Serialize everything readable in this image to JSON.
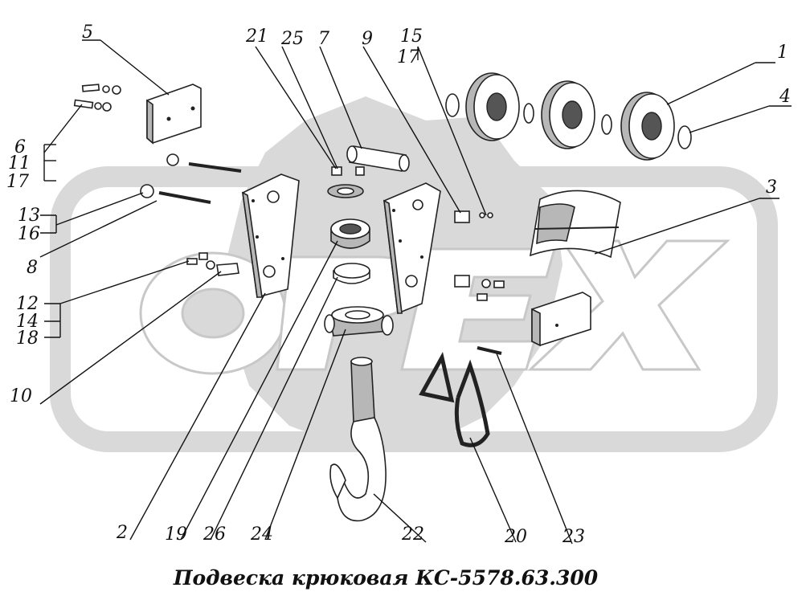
{
  "title": "Подвеска крюковая КС-5578.63.300",
  "watermark": "OPEX",
  "callouts": {
    "c1": "1",
    "c2": "2",
    "c3": "3",
    "c4": "4",
    "c5": "5",
    "c6": "6",
    "c7": "7",
    "c8": "8",
    "c9": "9",
    "c10": "10",
    "c11": "11",
    "c12": "12",
    "c13": "13",
    "c14": "14",
    "c15": "15",
    "c16": "16",
    "c17a": "17",
    "c17b": "17",
    "c18": "18",
    "c19": "19",
    "c20": "20",
    "c21": "21",
    "c22": "22",
    "c23": "23",
    "c24": "24",
    "c25": "25",
    "c26": "26"
  },
  "colors": {
    "ink": "#111111",
    "watermark": "#d9d9d9",
    "shade": "#b7b7b7"
  }
}
